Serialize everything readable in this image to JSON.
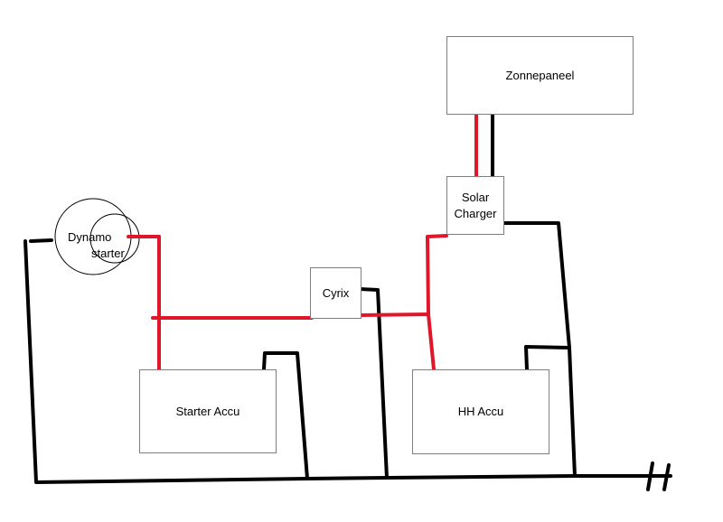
{
  "colors": {
    "positive_wire": "#e0162b",
    "negative_wire": "#000000",
    "box_border": "#7f7f7f",
    "background": "#ffffff"
  },
  "components": {
    "solar_panel": "Zonnepaneel",
    "solar_charger_line1": "Solar",
    "solar_charger_line2": "Charger",
    "relay": "Cyrix",
    "starter_battery": "Starter Accu",
    "house_battery": "HH Accu",
    "alternator_line1": "Dynamo",
    "alternator_line2": "starter"
  }
}
